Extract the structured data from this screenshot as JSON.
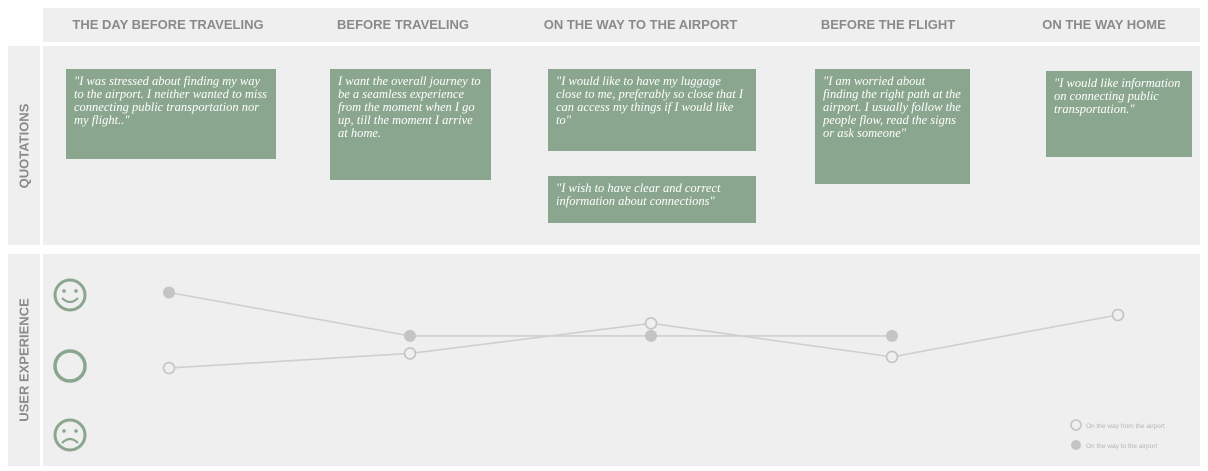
{
  "phases": [
    "THE DAY BEFORE TRAVELING",
    "BEFORE TRAVELING",
    "ON THE WAY TO THE AIRPORT",
    "BEFORE THE FLIGHT",
    "ON THE WAY HOME"
  ],
  "rows": {
    "quotations_label": "QUOTATIONS",
    "experience_label": "USER EXPERIENCE"
  },
  "quotes": [
    "\"I was stressed about finding my way to the airport. I neither wanted to miss connecting public transportation nor my flight..\"",
    "I want the overall journey to be a seamless experience from the moment when I go up, till the moment I arrive at home.",
    "\"I would like to have my luggage close to me, preferably so close that I can access my things if I would like to\"",
    "\"I wish to have clear and correct information about connections\"",
    "\"I am worried about finding the right path at the airport. I usually follow the people flow, read the signs or ask someone\"",
    "\"I would like information on connecting public transportation.\""
  ],
  "colors": {
    "quote_bg": "#8ba68e",
    "icon": "#8ba68e",
    "line": "#cfcfcf",
    "filled_point": "#c4c4c4",
    "panel_bg": "#efefef"
  },
  "chart_data": {
    "type": "line",
    "y_scale": [
      "sad",
      "neutral",
      "happy"
    ],
    "icons": [
      "happy-face-icon",
      "neutral-face-icon",
      "sad-face-icon"
    ],
    "series": [
      {
        "name": "On the way from the airport",
        "style": "hollow",
        "points": [
          {
            "phase": 0,
            "value": 0.97
          },
          {
            "phase": 1,
            "value": 1.18
          },
          {
            "phase": 2,
            "value": 1.61
          },
          {
            "phase": 3,
            "value": 1.13
          },
          {
            "phase": 4,
            "value": 1.73
          }
        ]
      },
      {
        "name": "On the way to the airport",
        "style": "filled",
        "points": [
          {
            "phase": 0,
            "value": 2.05
          },
          {
            "phase": 1,
            "value": 1.43
          },
          {
            "phase": 2,
            "value": 1.43
          },
          {
            "phase": 3,
            "value": 1.43
          }
        ]
      }
    ]
  }
}
